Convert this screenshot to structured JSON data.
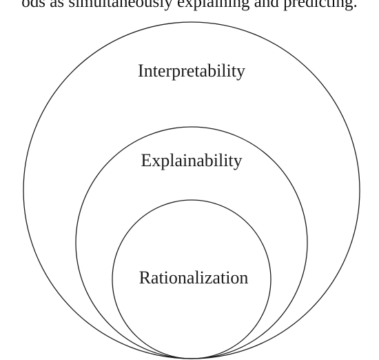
{
  "caption_fragment": "ods as simultaneously explaining and predicting.",
  "diagram": {
    "outer_label": "Interpretability",
    "middle_label": "Explainability",
    "inner_label": "Rationalization"
  }
}
